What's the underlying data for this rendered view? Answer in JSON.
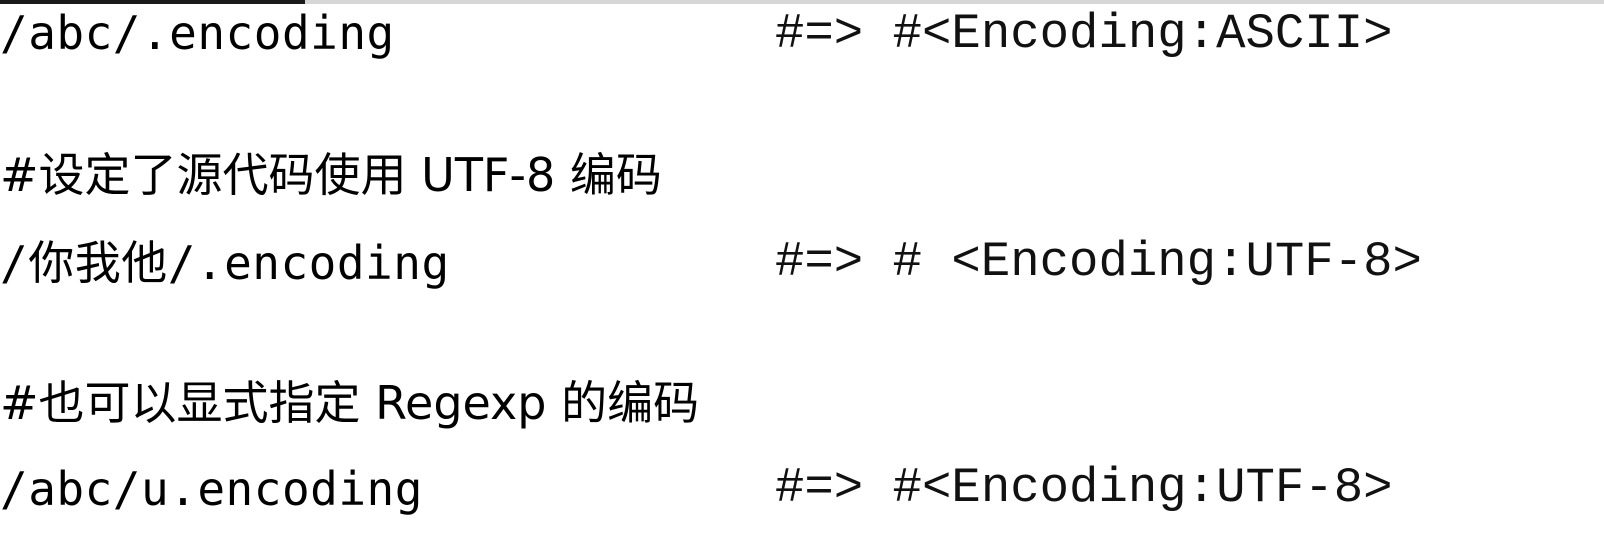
{
  "lines": [
    {
      "code": "/abc/.encoding",
      "result": "#=> #<Encoding:ASCII>"
    },
    {
      "comment": "#设定了源代码使用 UTF-8 编码"
    },
    {
      "code": "/你我他/.encoding",
      "result": "#=> # <Encoding:UTF-8>"
    },
    {
      "comment": "#也可以显式指定 Regexp 的编码"
    },
    {
      "code": "/abc/u.encoding",
      "result": "#=> #<Encoding:UTF-8>"
    }
  ]
}
